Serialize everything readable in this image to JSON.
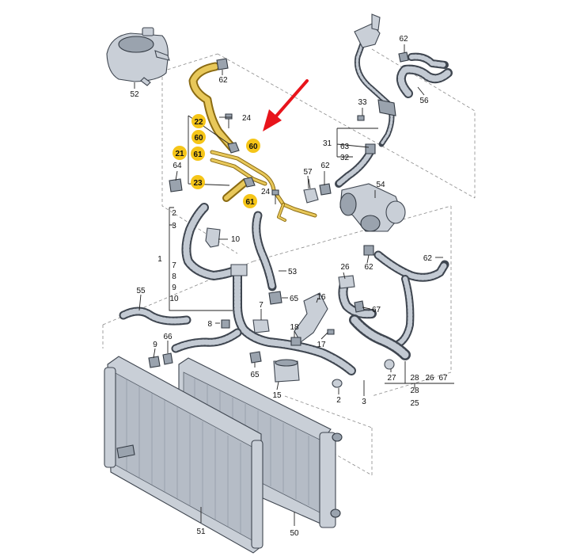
{
  "colors": {
    "highlight_badge": "#f5c518",
    "highlight_part": "#e8c85a",
    "arrow": "#e8141b",
    "part_fill": "#c9cfd7",
    "part_stroke": "#3f4650"
  },
  "labels": {
    "l52": "52",
    "l62a": "62",
    "l62b": "62",
    "l62c": "62",
    "l62d": "62",
    "l62e": "62",
    "l24a": "24",
    "l24b": "24",
    "l56": "56",
    "l33": "33",
    "l31": "31",
    "l63": "63",
    "l32": "32",
    "l57": "57",
    "l54": "54",
    "l64": "64",
    "l2a": "2",
    "l3a": "3",
    "l10": "10",
    "l1": "1",
    "l7a": "7",
    "l8a": "8",
    "l9a": "9",
    "l10b": "10",
    "l53": "53",
    "l26a": "26",
    "l67a": "67",
    "l55": "55",
    "l7b": "7",
    "l65a": "65",
    "l16": "16",
    "l8b": "8",
    "l18": "18",
    "l17": "17",
    "l9b": "9",
    "l66": "66",
    "l65b": "65",
    "l15": "15",
    "l2b": "2",
    "l3b": "3",
    "l27": "27",
    "l28a": "28",
    "l26b": "26",
    "l67b": "67",
    "l28b": "28",
    "l25": "25",
    "l51": "51",
    "l50": "50"
  },
  "highlighted": {
    "h22": "22",
    "h60a": "60",
    "h21": "21",
    "h61a": "61",
    "h60b": "60",
    "h23": "23",
    "h61b": "61"
  }
}
